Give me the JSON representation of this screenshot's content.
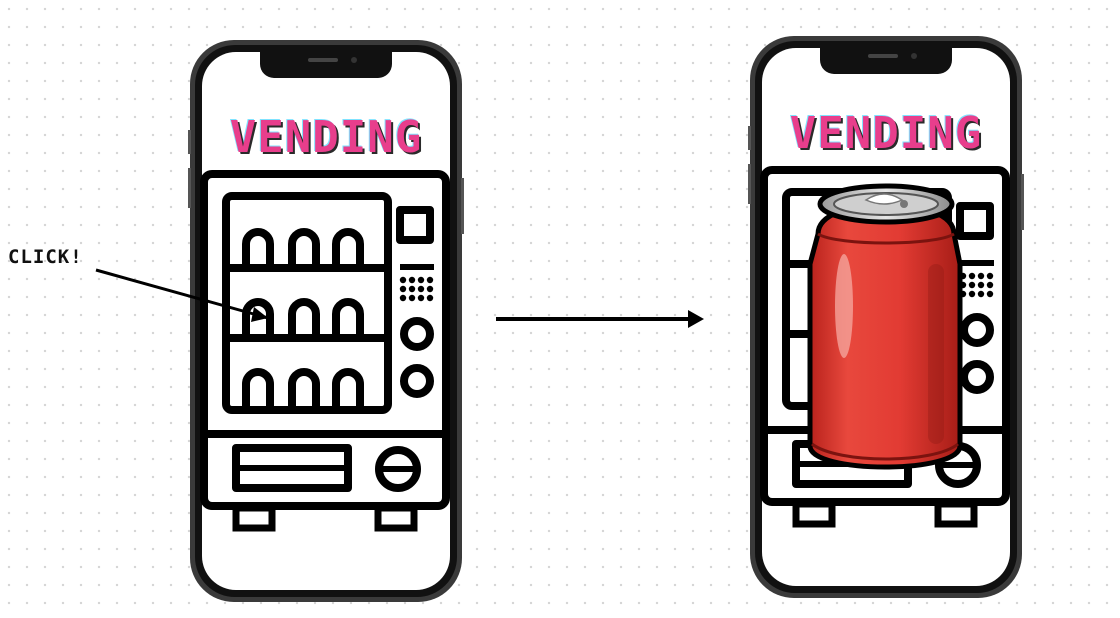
{
  "screens": {
    "before": {
      "title": "VENDING"
    },
    "after": {
      "title": "VENDING"
    }
  },
  "annotation": {
    "label": "CLICK!"
  },
  "colors": {
    "title": "#e83e8c",
    "title_shadow_dark": "#2a2a2a",
    "title_shadow_cyan": "#7fe3ff",
    "can_red": "#e23b33",
    "outline": "#000000"
  },
  "icons": [
    "phone-frame",
    "vending-machine-icon",
    "soda-can-icon",
    "arrow-right-icon",
    "pointer-arrow-icon"
  ]
}
